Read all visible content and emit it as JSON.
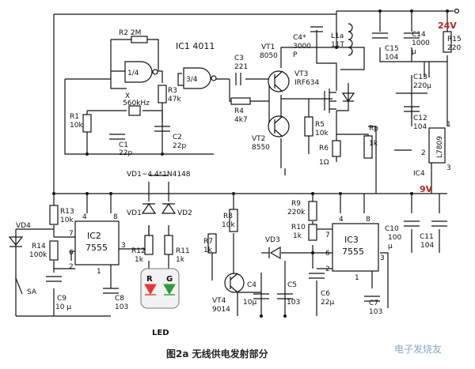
{
  "figure": {
    "caption": "图2a  无线供电发射部分",
    "watermark": "电子发烧友",
    "supply_24v": "24V",
    "supply_9v": "9V"
  },
  "ics": {
    "ic1": {
      "title": "IC1  4011",
      "gate_a": "1/4",
      "gate_b": "3/4"
    },
    "ic2": {
      "name": "IC2",
      "type": "7555",
      "pins": [
        "4",
        "8",
        "7",
        "6",
        "2",
        "3",
        "1"
      ]
    },
    "ic3": {
      "name": "IC3",
      "type": "7555",
      "pins": [
        "4",
        "8",
        "7",
        "6",
        "2",
        "3",
        "1"
      ]
    },
    "ic4": {
      "name": "IC4",
      "type": "L7809",
      "pins": [
        "1",
        "2",
        "3"
      ]
    }
  },
  "components": {
    "r2": "R2  2M",
    "r1": [
      "R1",
      "10k"
    ],
    "x": [
      "X",
      "560kHz"
    ],
    "r3": [
      "R3",
      "47k"
    ],
    "c1": [
      "C1",
      "22p"
    ],
    "c2": [
      "C2",
      "22p"
    ],
    "c3": [
      "C3",
      "221"
    ],
    "r4": [
      "R4",
      "4k7"
    ],
    "vt1": [
      "VT1",
      "8050"
    ],
    "vt2": [
      "VT2",
      "8550"
    ],
    "vt3": [
      "VT3",
      "IRF634"
    ],
    "r5": [
      "R5",
      "10k"
    ],
    "r6": [
      "R6",
      "1Ω"
    ],
    "rp": [
      "Rp",
      "1k"
    ],
    "c4s": [
      "C4*",
      "3000",
      "P"
    ],
    "l1a": [
      "L1a",
      "11T"
    ],
    "c15": [
      "C15",
      "104"
    ],
    "c14": [
      "C14",
      "1000",
      "μ"
    ],
    "r15": [
      "R15",
      "220"
    ],
    "c13": [
      "C13",
      "220μ"
    ],
    "c12": [
      "C12",
      "104"
    ],
    "vd_note": "VD1~4  4*1N4148",
    "r13": [
      "R13",
      "10k"
    ],
    "r14": [
      "R14",
      "100k"
    ],
    "vd4": "VD4",
    "sa": "SA",
    "c9": [
      "C9",
      "10 μ"
    ],
    "c8": [
      "C8",
      "103"
    ],
    "vd1": "VD1",
    "vd2": "VD2",
    "r12": [
      "R12",
      "1k"
    ],
    "r11": [
      "R11",
      "1k"
    ],
    "led_r": "R",
    "led_g": "G",
    "led": "LED",
    "r8": [
      "R8",
      "10k"
    ],
    "r7": [
      "R7",
      "1k"
    ],
    "vt4": [
      "VT4",
      "9014"
    ],
    "c4": [
      "C4",
      "10μ"
    ],
    "c5": [
      "C5",
      "103"
    ],
    "vd3": "VD3",
    "r9": [
      "R9",
      "220k"
    ],
    "r10": [
      "R10",
      "1k"
    ],
    "c6": [
      "C6",
      "22μ"
    ],
    "c7": [
      "C7",
      "103"
    ],
    "c10": [
      "C10",
      "100",
      "μ"
    ],
    "c11": [
      "C11",
      "104"
    ]
  }
}
